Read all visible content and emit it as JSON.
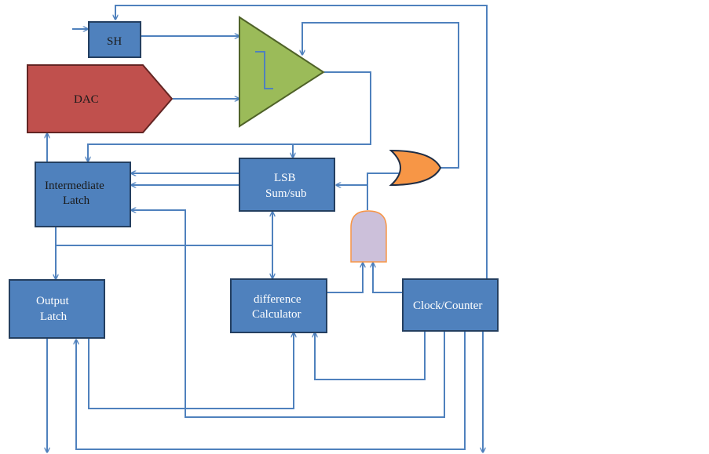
{
  "diagram": {
    "title": "",
    "blocks": {
      "sh": {
        "label": "SH"
      },
      "dac": {
        "label": "DAC"
      },
      "comparator": {
        "label": ""
      },
      "intermediate_latch": {
        "line1": "Intermediate",
        "line2": "Latch"
      },
      "lsb": {
        "line1": "LSB",
        "line2": "Sum/sub"
      },
      "output_latch": {
        "line1": "Output",
        "line2": "Latch"
      },
      "difference_calculator": {
        "line1": "difference",
        "line2": "Calculator"
      },
      "clock_counter": {
        "label": "Clock/Counter"
      },
      "or_gate": {
        "label": ""
      },
      "and_gate": {
        "label": ""
      }
    },
    "colors": {
      "block_fill": "#4f81bd",
      "block_stroke": "#243f60",
      "dac_fill": "#c0504d",
      "dac_stroke": "#632523",
      "comparator_fill": "#9bbb59",
      "comparator_stroke": "#4f6228",
      "or_fill": "#f79646",
      "or_stroke": "#1f2d44",
      "and_fill": "#ccc0da",
      "and_stroke": "#f79646",
      "wire": "#4f81bd"
    }
  }
}
